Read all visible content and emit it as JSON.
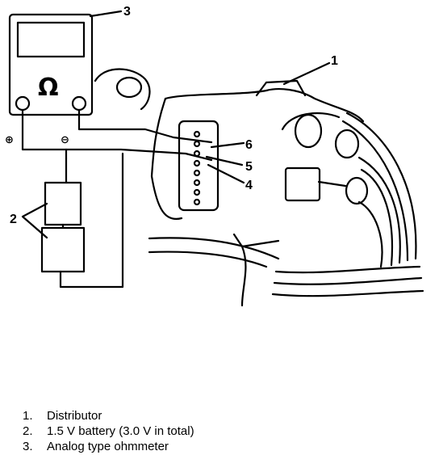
{
  "callouts": {
    "distributor": "1",
    "battery": "2",
    "ohmmeter": "3",
    "terminal_4": "4",
    "terminal_5": "5",
    "terminal_6": "6"
  },
  "meter": {
    "symbol": "Ω",
    "positive": "⊕",
    "negative": "⊖"
  },
  "legend": [
    {
      "num": "1.",
      "text": "Distributor"
    },
    {
      "num": "2.",
      "text": "1.5 V battery (3.0 V in total)"
    },
    {
      "num": "3.",
      "text": "Analog type ohmmeter"
    }
  ]
}
